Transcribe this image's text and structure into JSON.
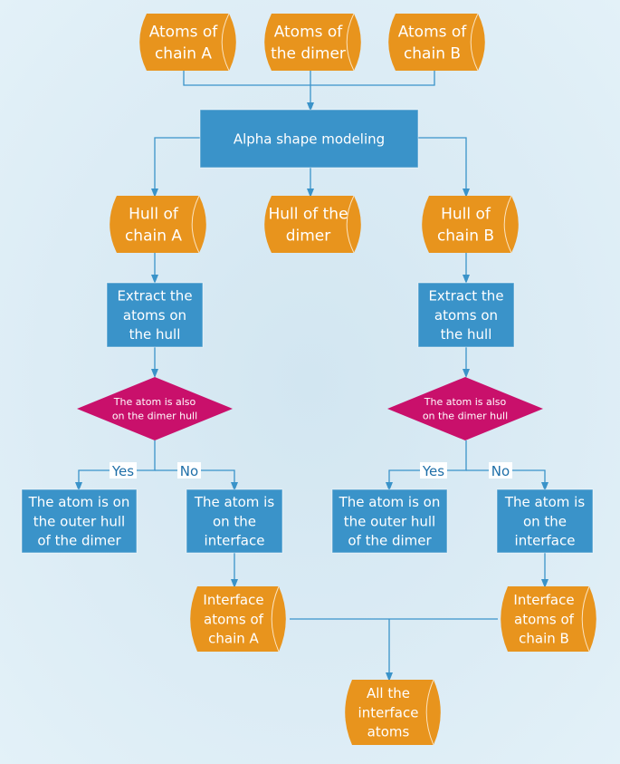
{
  "colors": {
    "data_node": "#e8941d",
    "process_node": "#3a93c9",
    "decision_node": "#c9106b",
    "connector": "#3a93c9",
    "text": "#ffffff",
    "label_text": "#1f6fa8"
  },
  "nodes": {
    "atoms_chain_a": {
      "shape": "stored-data",
      "lines": [
        "Atoms of",
        "chain A"
      ]
    },
    "atoms_dimer": {
      "shape": "stored-data",
      "lines": [
        "Atoms of",
        "the dimer"
      ]
    },
    "atoms_chain_b": {
      "shape": "stored-data",
      "lines": [
        "Atoms of",
        "chain B"
      ]
    },
    "alpha_shape": {
      "shape": "process",
      "lines": [
        "Alpha shape modeling"
      ]
    },
    "hull_chain_a": {
      "shape": "stored-data",
      "lines": [
        "Hull of",
        "chain A"
      ]
    },
    "hull_dimer": {
      "shape": "stored-data",
      "lines": [
        "Hull of the",
        "dimer"
      ]
    },
    "hull_chain_b": {
      "shape": "stored-data",
      "lines": [
        "Hull of",
        "chain B"
      ]
    },
    "extract_a": {
      "shape": "process",
      "lines": [
        "Extract the",
        "atoms on",
        "the hull"
      ]
    },
    "extract_b": {
      "shape": "process",
      "lines": [
        "Extract the",
        "atoms on",
        "the hull"
      ]
    },
    "decision_a": {
      "shape": "decision",
      "lines": [
        "The atom is also",
        "on the dimer hull"
      ]
    },
    "decision_b": {
      "shape": "decision",
      "lines": [
        "The atom is also",
        "on the dimer hull"
      ]
    },
    "outer_a": {
      "shape": "process",
      "lines": [
        "The atom is on",
        "the outer hull",
        "of the dimer"
      ]
    },
    "interface_a": {
      "shape": "process",
      "lines": [
        "The atom is",
        "on the",
        "interface"
      ]
    },
    "outer_b": {
      "shape": "process",
      "lines": [
        "The atom is on",
        "the outer hull",
        "of the dimer"
      ]
    },
    "interface_b": {
      "shape": "process",
      "lines": [
        "The atom is",
        "on the",
        "interface"
      ]
    },
    "iface_atoms_a": {
      "shape": "stored-data",
      "lines": [
        "Interface",
        "atoms of",
        "chain A"
      ]
    },
    "iface_atoms_b": {
      "shape": "stored-data",
      "lines": [
        "Interface",
        "atoms of",
        "chain B"
      ]
    },
    "all_iface": {
      "shape": "stored-data",
      "lines": [
        "All the",
        "interface",
        "atoms"
      ]
    }
  },
  "edge_labels": {
    "yes_a": "Yes",
    "no_a": "No",
    "yes_b": "Yes",
    "no_b": "No"
  }
}
